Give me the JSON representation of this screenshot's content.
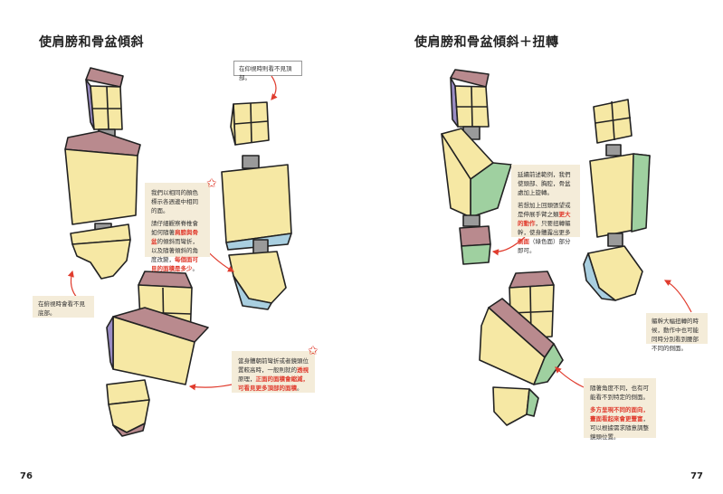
{
  "left_page": {
    "title": "使肩膀和骨盆傾斜",
    "page_number": "76",
    "note_top_right": "在仰視時則看不見頂部。",
    "note_middle": {
      "p1": "我們以相同的顏色標示各週邊中相同的面。",
      "p2_a": "請仔細觀察脊椎會如何隨著",
      "p2_red1": "肩膀與骨盆",
      "p2_b": "的傾斜而彎折，以及隨著傾斜的角度改變，",
      "p2_red2": "每個面可見的面積是多少",
      "p2_c": "。"
    },
    "note_left": "在俯視時會看不見底部。",
    "note_bottom": {
      "a": "當身體朝前彎折或者鏡頭位置較高時，一般則就的",
      "red1": "透視",
      "b": "原理，",
      "red2": "正面的面積會縮減，可看見更多頂部的面積",
      "c": "。"
    }
  },
  "right_page": {
    "title": "使肩膀和骨盆傾斜＋扭轉",
    "page_number": "77",
    "note_middle": {
      "p1": "延續前述範例，我們使頭部、胸腔，骨盆處加上旋轉。",
      "p2_a": "若想加上回頭張望或是伸展手臂之類",
      "p2_red1": "更大的動作",
      "p2_b": "，只要扭轉軀幹，使身體露出更多",
      "p2_red2": "側面",
      "p2_c": "（綠色面）部分即可。"
    },
    "note_right": "軀幹大幅扭轉的時候，動作中也可能同時分別看到腰部不同的側面。",
    "note_bottom": {
      "p1": "隨著角度不同，也有可能看不到特定的側面。",
      "red1": "多方呈現不同的面向，畫面看起來會更豐富",
      "b": "，可以根據需求隨意調整鏡頭位置。"
    }
  },
  "colors": {
    "cream": "#f6e8a4",
    "mauve": "#b98a8e",
    "purple": "#9a8cc4",
    "green": "#9fd0a0",
    "blue": "#a9cfe0",
    "spine": "#9a9a9a",
    "accent": "#e03c2e"
  }
}
